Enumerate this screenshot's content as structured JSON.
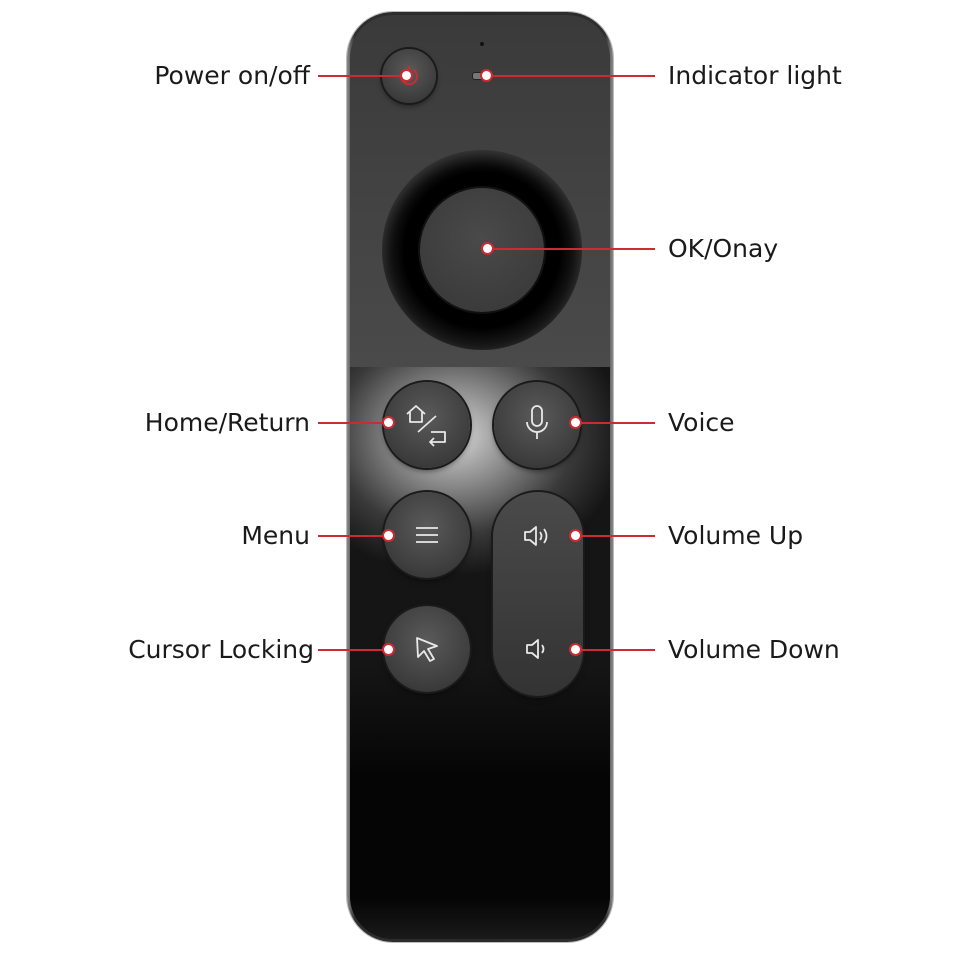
{
  "labels": {
    "power": "Power on/off",
    "indicator": "Indicator light",
    "ok": "OK/Onay",
    "home": "Home/Return",
    "voice": "Voice",
    "menu": "Menu",
    "volume_up": "Volume Up",
    "cursor": "Cursor Locking",
    "volume_down": "Volume Down"
  },
  "colors": {
    "leader_line": "#cc2b33",
    "power_icon": "#cc2b33",
    "remote_body": "#2a2a2a"
  },
  "icons": {
    "power": "power-icon",
    "home": "home-return-icon",
    "voice": "microphone-icon",
    "menu": "menu-icon",
    "cursor": "cursor-arrow-icon",
    "volume_up": "volume-up-icon",
    "volume_down": "volume-down-icon"
  }
}
